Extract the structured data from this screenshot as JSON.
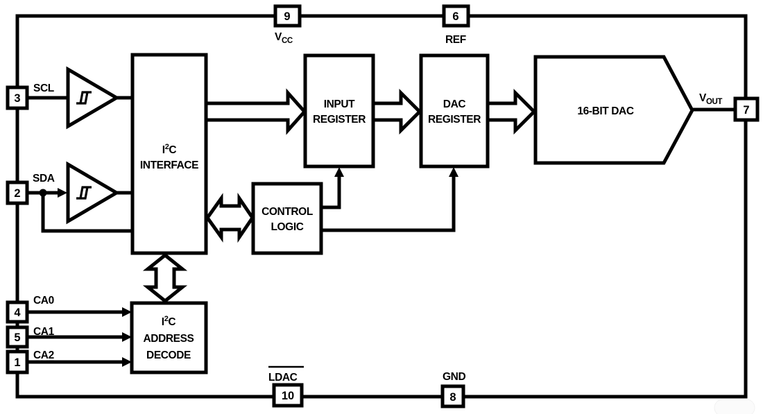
{
  "colors": {
    "line": "#000000",
    "background": "#ffffff",
    "text": "#000000"
  },
  "blocks": {
    "i2c_interface": {
      "l1_pre": "I",
      "l1_sup": "2",
      "l1_post": "C",
      "l2": "INTERFACE"
    },
    "input_register": {
      "l1": "INPUT",
      "l2": "REGISTER"
    },
    "dac_register": {
      "l1": "DAC",
      "l2": "REGISTER"
    },
    "control_logic": {
      "l1": "CONTROL",
      "l2": "LOGIC"
    },
    "dac_16bit": {
      "label": "16-BIT DAC"
    },
    "address_decode": {
      "l1_pre": "I",
      "l1_sup": "2",
      "l1_post": "C",
      "l2": "ADDRESS",
      "l3": "DECODE"
    }
  },
  "pins": {
    "scl": {
      "number": "3",
      "label": "SCL"
    },
    "sda": {
      "number": "2",
      "label": "SDA"
    },
    "ca0": {
      "number": "4",
      "label": "CA0"
    },
    "ca1": {
      "number": "5",
      "label": "CA1"
    },
    "ca2": {
      "number": "1",
      "label": "CA2"
    },
    "vcc": {
      "number": "9",
      "label_main": "V",
      "label_sub": "CC"
    },
    "ref": {
      "number": "6",
      "label": "REF"
    },
    "vout": {
      "number": "7",
      "label_main": "V",
      "label_sub": "OUT"
    },
    "ldac": {
      "number": "10",
      "label": "LDAC"
    },
    "gnd": {
      "number": "8",
      "label": "GND"
    }
  }
}
